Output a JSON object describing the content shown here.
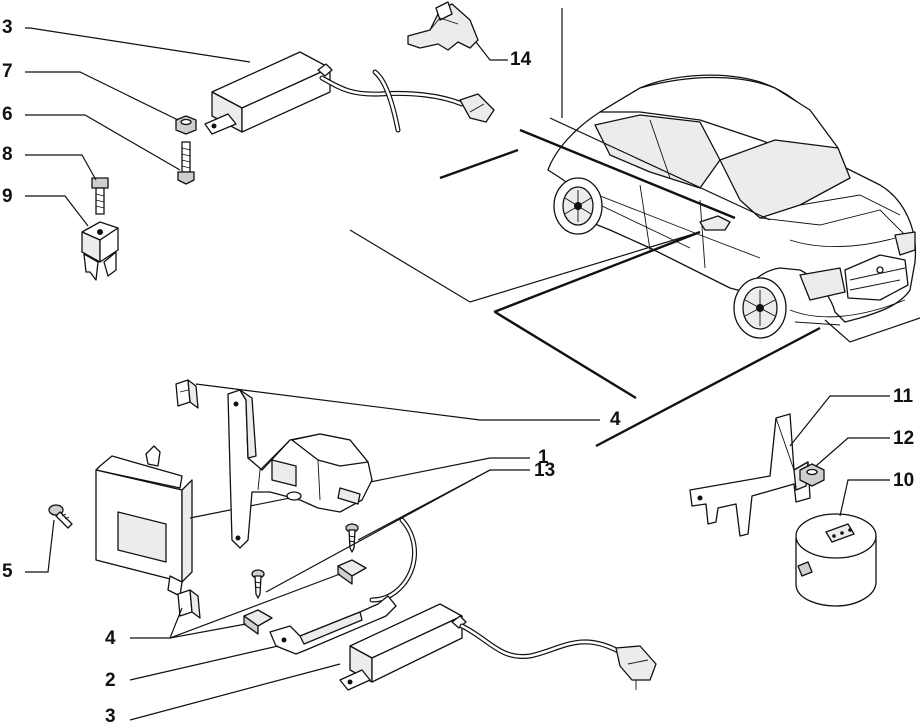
{
  "callouts": {
    "c1": "1",
    "c2": "2",
    "c3_top": "3",
    "c3_bottom": "3",
    "c4_top": "4",
    "c4_bottom": "4",
    "c5": "5",
    "c6": "6",
    "c7": "7",
    "c8": "8",
    "c9": "9",
    "c10": "10",
    "c11": "11",
    "c12": "12",
    "c13": "13",
    "c14": "14"
  }
}
